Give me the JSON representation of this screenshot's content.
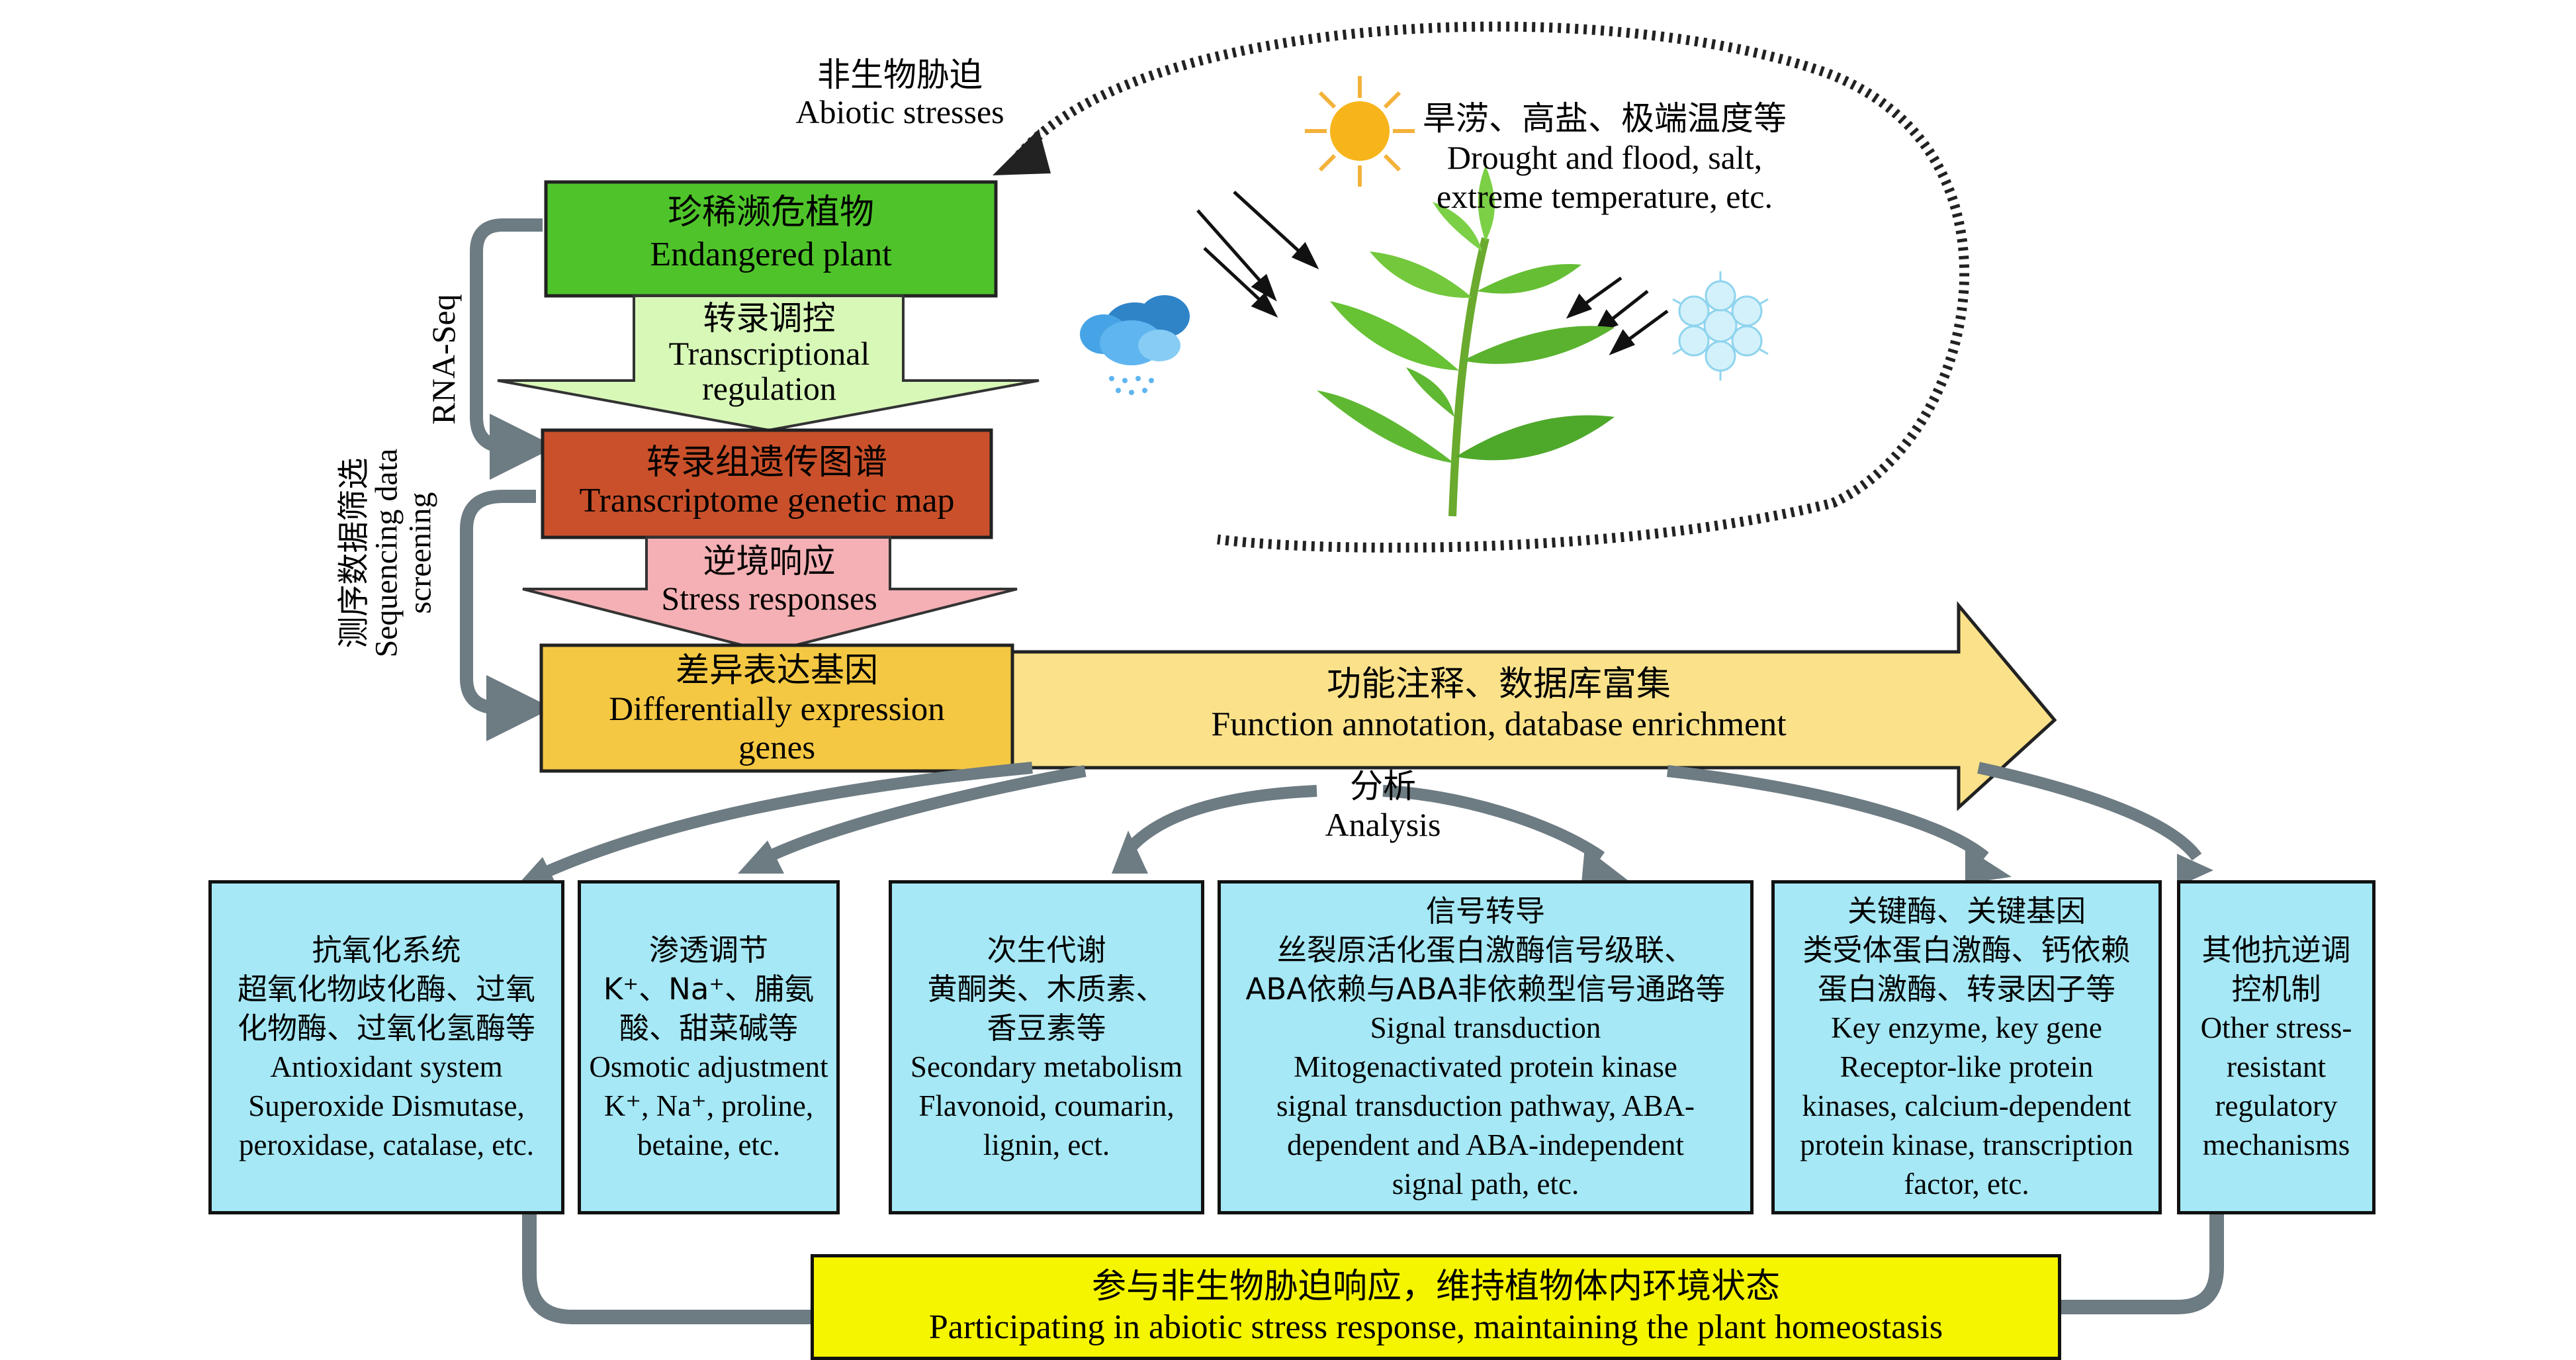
{
  "colors": {
    "endangered_box": "#4fc42a",
    "transcriptional_arrow": "#d8f8b8",
    "transcriptome_box": "#c9502a",
    "stress_arrow": "#f4b0b4",
    "deg_box": "#f5c843",
    "function_arrow": "#fbe28a",
    "category_box": "#a6e8f5",
    "bottom_box": "#f5f500",
    "connector": "#6d7b82"
  },
  "icons": [
    "sun-icon",
    "cloud-rain-icon",
    "snowflake-icon",
    "plant-icon",
    "sunlight-rays-icon"
  ],
  "abiotic": {
    "cn": "非生物胁迫",
    "en": "Abiotic stresses"
  },
  "stress_types": {
    "cn": "旱涝、高盐、极端温度等",
    "en1": "Drought and flood, salt,",
    "en2": "extreme temperature, etc."
  },
  "rnaseq": "RNA-Seq",
  "screening": {
    "cn": "测序数据筛选",
    "en1": "Sequencing data",
    "en2": "screening"
  },
  "flow": {
    "endangered": {
      "cn": "珍稀濒危植物",
      "en": "Endangered plant"
    },
    "transcriptional": {
      "cn": "转录调控",
      "en1": "Transcriptional",
      "en2": "regulation"
    },
    "transcriptome": {
      "cn": "转录组遗传图谱",
      "en": "Transcriptome genetic map"
    },
    "stress_resp": {
      "cn": "逆境响应",
      "en": "Stress responses"
    },
    "deg": {
      "cn": "差异表达基因",
      "en1": "Differentially expression",
      "en2": "genes"
    },
    "function": {
      "cn": "功能注释、数据库富集",
      "en": "Function annotation, database enrichment"
    },
    "analysis": {
      "cn": "分析",
      "en": "Analysis"
    }
  },
  "categories": [
    {
      "lines": [
        "抗氧化系统",
        "超氧化物歧化酶、过氧",
        "化物酶、过氧化氢酶等",
        "Antioxidant system",
        "Superoxide Dismutase,",
        "peroxidase, catalase, etc."
      ]
    },
    {
      "lines": [
        "渗透调节",
        "K⁺、Na⁺、脯氨",
        "酸、甜菜碱等",
        "Osmotic adjustment",
        "K⁺, Na⁺, proline,",
        "betaine, etc."
      ]
    },
    {
      "lines": [
        "次生代谢",
        "黄酮类、木质素、",
        "香豆素等",
        "Secondary metabolism",
        "Flavonoid, coumarin,",
        "lignin, ect."
      ]
    },
    {
      "lines": [
        "信号转导",
        "丝裂原活化蛋白激酶信号级联、",
        "ABA依赖与ABA非依赖型信号通路等",
        "Signal transduction",
        "Mitogenactivated protein kinase",
        "signal transduction pathway, ABA-",
        "dependent and ABA-independent",
        "signal path, etc."
      ]
    },
    {
      "lines": [
        "关键酶、关键基因",
        "类受体蛋白激酶、钙依赖",
        "蛋白激酶、转录因子等",
        "Key enzyme, key gene",
        "Receptor-like protein",
        "kinases, calcium-dependent",
        "protein kinase, transcription",
        "factor, etc."
      ]
    },
    {
      "lines": [
        "其他抗逆调",
        "控机制",
        "Other stress-",
        "resistant",
        "regulatory",
        "mechanisms"
      ]
    }
  ],
  "bottom": {
    "cn": "参与非生物胁迫响应，维持植物体内环境状态",
    "en": "Participating in abiotic stress response, maintaining the plant homeostasis"
  }
}
